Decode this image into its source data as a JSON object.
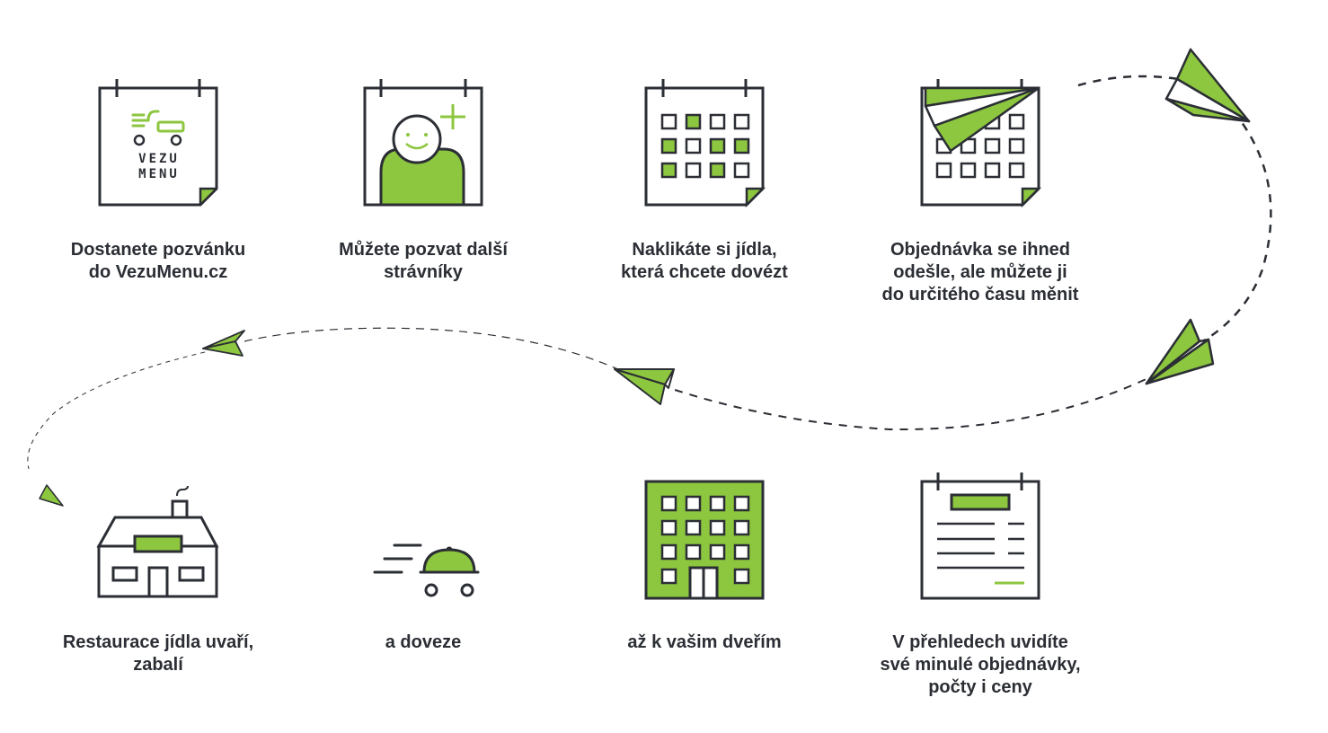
{
  "colors": {
    "ink": "#2b2e34",
    "accent": "#8dc63f",
    "paper": "#ffffff"
  },
  "logo": {
    "line1": "VEZU",
    "line2": "MENU"
  },
  "steps": [
    {
      "icon": "invitation-calendar-icon",
      "lines": [
        "Dostanete pozvánku",
        "do VezuMenu.cz"
      ]
    },
    {
      "icon": "invite-person-icon",
      "lines": [
        "Můžete pozvat další",
        "strávníky"
      ]
    },
    {
      "icon": "meal-calendar-icon",
      "lines": [
        "Naklikáte si jídla,",
        "která chcete dovézt"
      ]
    },
    {
      "icon": "order-sent-icon",
      "lines": [
        "Objednávka se ihned",
        "odešle, ale můžete ji",
        "do určitého času měnit"
      ]
    },
    {
      "icon": "restaurant-icon",
      "lines": [
        "Restaurace jídla uvaří,",
        "zabalí"
      ]
    },
    {
      "icon": "delivery-cloche-icon",
      "lines": [
        "a doveze"
      ]
    },
    {
      "icon": "office-building-icon",
      "lines": [
        "až k vašim dveřím"
      ]
    },
    {
      "icon": "order-overview-icon",
      "lines": [
        "V přehledech uvidíte",
        "své minulé objednávky,",
        "počty i ceny"
      ]
    }
  ]
}
